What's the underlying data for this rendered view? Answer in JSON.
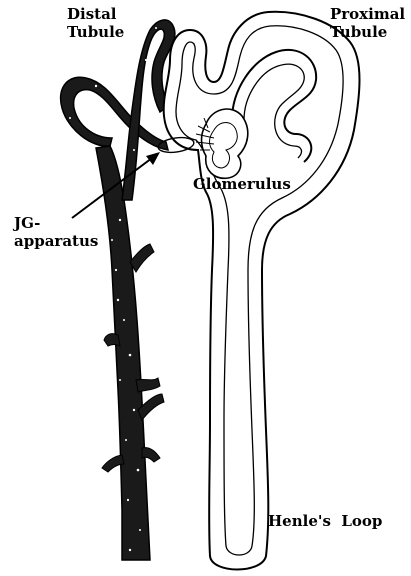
{
  "labels": {
    "distal_tubule": [
      "Distal",
      "Tubule"
    ],
    "proximal_tubule": [
      "Proximal",
      "Tubule"
    ],
    "jg_apparatus": [
      "JG-",
      "apparatus"
    ],
    "glomerulus": "Glomerulus",
    "henles_loop": "Henle's  Loop"
  },
  "colors": {
    "ink": "#000000",
    "tubule_fill": "#ffffff",
    "distal_fill": "#1a1a1a",
    "stipple": "#ffffff"
  }
}
